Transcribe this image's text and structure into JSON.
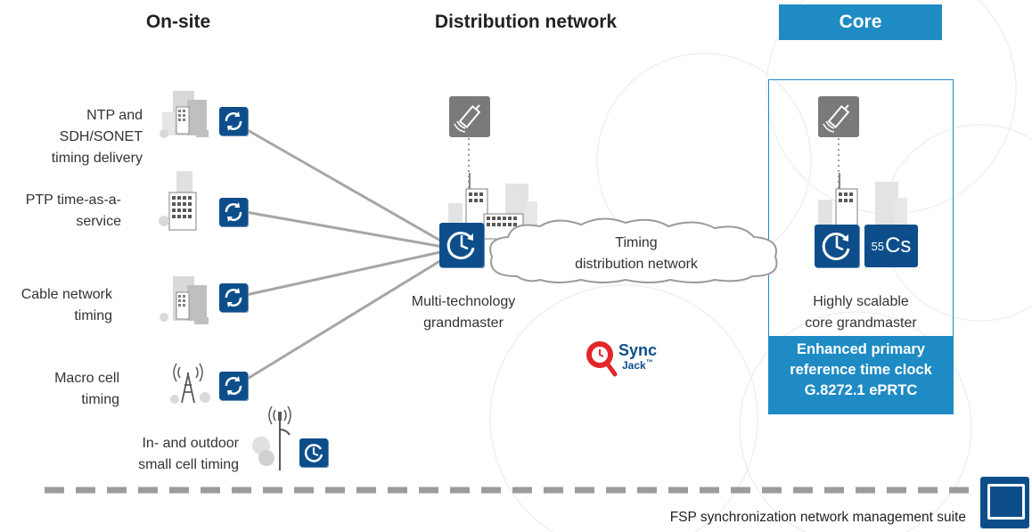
{
  "columns": {
    "onsite": "On-site",
    "distribution": "Distribution network",
    "core": "Core"
  },
  "onsite_items": [
    {
      "label_lines": [
        "NTP and SDH/SONET",
        "timing delivery"
      ],
      "icon": "office-building-icon"
    },
    {
      "label_lines": [
        "PTP time-as-a-",
        "service"
      ],
      "icon": "office-building-icon"
    },
    {
      "label_lines": [
        "Cable network",
        "timing"
      ],
      "icon": "office-building-icon"
    },
    {
      "label_lines": [
        "Macro cell",
        "timing"
      ],
      "icon": "cell-tower-icon"
    },
    {
      "label_lines": [
        "In- and outdoor",
        "small cell timing"
      ],
      "icon": "street-light-antenna-icon"
    }
  ],
  "distribution": {
    "grandmaster_lines": [
      "Multi-technology",
      "grandmaster"
    ],
    "cloud_lines": [
      "Timing",
      "distribution network"
    ],
    "syncjack_brand": "Sync",
    "syncjack_sub": "Jack",
    "syncjack_tm": "™"
  },
  "core": {
    "grandmaster_lines": [
      "Highly scalable",
      "core grandmaster"
    ],
    "cesium_symbol": "Cs",
    "cesium_mass": "55",
    "footer_lines": [
      "Enhanced primary",
      "reference time clock",
      "G.8272.1 ePRTC"
    ]
  },
  "management": {
    "label": "FSP synchronization network management suite"
  },
  "colors": {
    "accent": "#1f8bc4",
    "dark_blue": "#0d4e8a",
    "line_gray": "#a6a6a6",
    "syncjack_red": "#e3262a"
  }
}
